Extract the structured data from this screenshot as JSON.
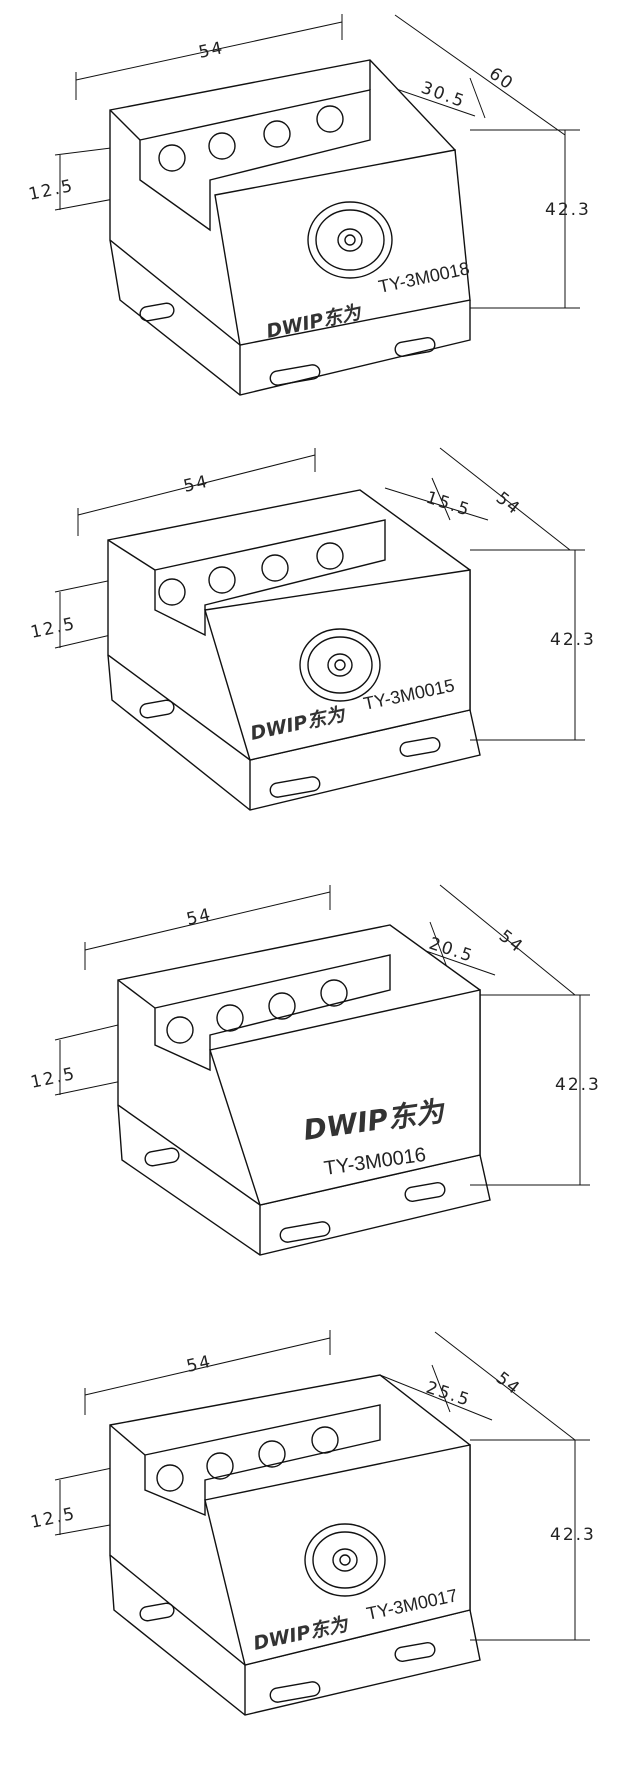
{
  "drawings": [
    {
      "model": "TY-3M0018",
      "brand": "DWIP东为",
      "dim_width": "54",
      "dim_depth": "60",
      "dim_slot": "30.5",
      "dim_height": "42.3",
      "dim_step": "12.5",
      "brand_on_face": false
    },
    {
      "model": "TY-3M0015",
      "brand": "DWIP东为",
      "dim_width": "54",
      "dim_depth": "54",
      "dim_slot": "15.5",
      "dim_height": "42.3",
      "dim_step": "12.5",
      "brand_on_face": false
    },
    {
      "model": "TY-3M0016",
      "brand": "DWIP东为",
      "dim_width": "54",
      "dim_depth": "54",
      "dim_slot": "20.5",
      "dim_height": "42.3",
      "dim_step": "12.5",
      "brand_on_face": true
    },
    {
      "model": "TY-3M0017",
      "brand": "DWIP东为",
      "dim_width": "54",
      "dim_depth": "54",
      "dim_slot": "25.5",
      "dim_height": "42.3",
      "dim_step": "12.5",
      "brand_on_face": false
    }
  ]
}
